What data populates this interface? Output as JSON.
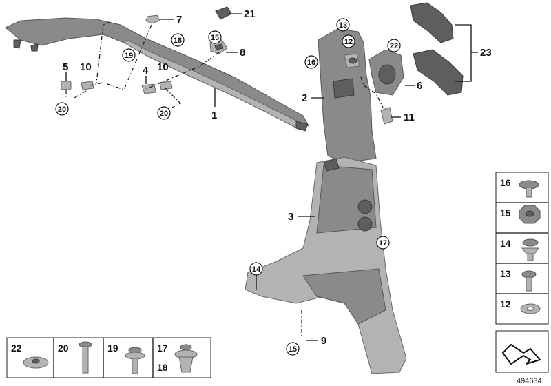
{
  "callouts": {
    "c1": "1",
    "c2": "2",
    "c3": "3",
    "c4": "4",
    "c5": "5",
    "c6": "6",
    "c7": "7",
    "c8": "8",
    "c9": "9",
    "c10a": "10",
    "c10b": "10",
    "c11": "11",
    "c12": "12",
    "c13": "13",
    "c14": "14",
    "c15a": "15",
    "c15b": "15",
    "c16": "16",
    "c17": "17",
    "c18": "18",
    "c19": "19",
    "c20a": "20",
    "c20b": "20",
    "c21": "21",
    "c22": "22",
    "c23": "23"
  },
  "side_table": [
    "16",
    "15",
    "14",
    "13",
    "12"
  ],
  "bottom_table": {
    "c22": "22",
    "c20": "20",
    "c19": "19",
    "c17": "17",
    "c18": "18"
  },
  "diagram_id": "494634",
  "colors": {
    "part": "#8a8a8a",
    "part_light": "#b3b3b3",
    "part_dark": "#5e5e5e"
  }
}
